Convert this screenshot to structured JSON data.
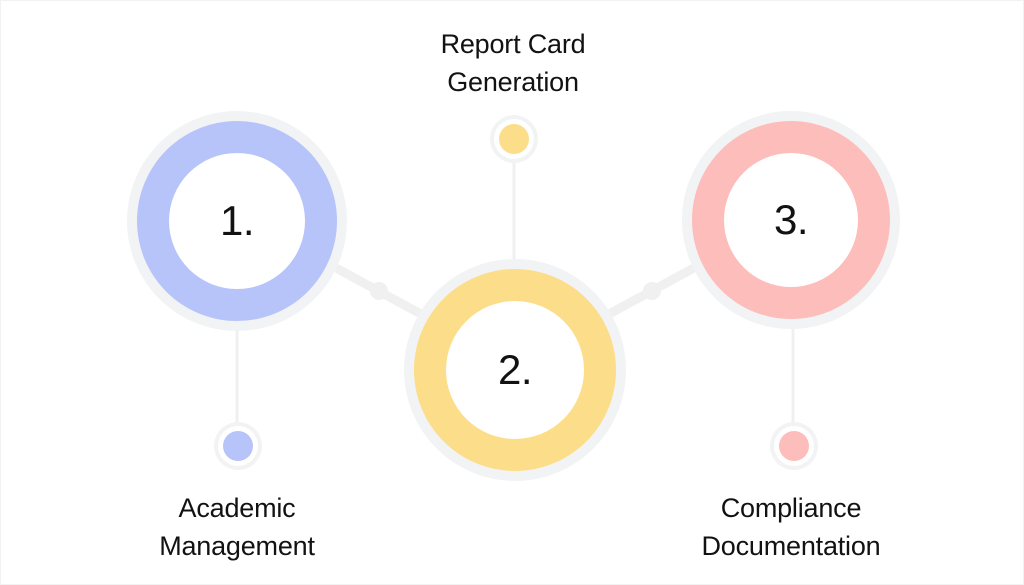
{
  "diagram": {
    "title": "Three-step process infographic",
    "background_color": "#ffffff",
    "halo_color": "#f2f3f4",
    "connector_color": "#f0f0f1",
    "number_color": "#121212",
    "caption_color": "#121212",
    "steps": [
      {
        "id": "step-1",
        "number": "1.",
        "caption": "Academic\nManagement",
        "caption_line_1": "Academic",
        "caption_line_2": "Management",
        "ring_color": "#b7c4f9",
        "dot_color": "#b7c4f9",
        "caption_position": "bottom-left"
      },
      {
        "id": "step-2",
        "number": "2.",
        "caption": "Report Card\nGeneration",
        "caption_line_1": "Report Card",
        "caption_line_2": "Generation",
        "ring_color": "#fcdd8a",
        "dot_color": "#fcdd8a",
        "caption_position": "top-center"
      },
      {
        "id": "step-3",
        "number": "3.",
        "caption": "Compliance\nDocumentation",
        "caption_line_1": "Compliance",
        "caption_line_2": "Documentation",
        "ring_color": "#fcbdbb",
        "dot_color": "#fcbdbb",
        "caption_position": "bottom-right"
      }
    ]
  }
}
